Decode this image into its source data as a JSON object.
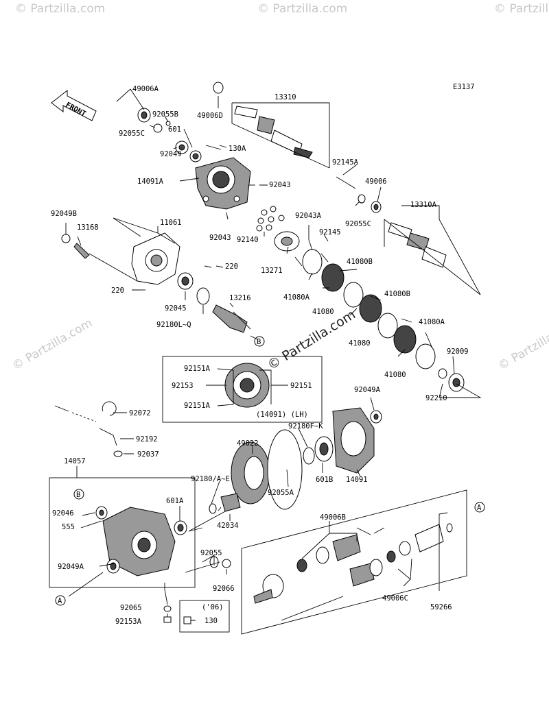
{
  "diagram_code": "E3137",
  "front_label": "FRONT",
  "watermark_text": "© Partzilla.com",
  "center_watermark": "© Partzilla.com",
  "box_note": "(14091) (LH)",
  "year_note": "('06)",
  "marker_a": "A",
  "marker_b": "B",
  "parts": [
    "49006A",
    "92055B",
    "92055C",
    "601",
    "92049",
    "130A",
    "14091A",
    "92043",
    "49006D",
    "13310",
    "92145A",
    "49006",
    "92055C",
    "13310A",
    "92049B",
    "13168",
    "11061",
    "92043",
    "220",
    "220",
    "92045",
    "92180L~Q",
    "13216",
    "92140",
    "92043A",
    "92145",
    "13271",
    "41080A",
    "41080",
    "41080B",
    "41080B",
    "41080",
    "41080A",
    "41080",
    "92009",
    "92210",
    "92151A",
    "92153",
    "92151A",
    "92151",
    "92072",
    "92192",
    "92037",
    "14057",
    "49022",
    "92180F~K",
    "92049A",
    "601B",
    "14091",
    "92180/A~E",
    "601A",
    "42034",
    "92055A",
    "92055",
    "92066",
    "92046",
    "555",
    "92049A",
    "92065",
    "92153A",
    "130",
    "49006B",
    "49006C",
    "59266"
  ]
}
